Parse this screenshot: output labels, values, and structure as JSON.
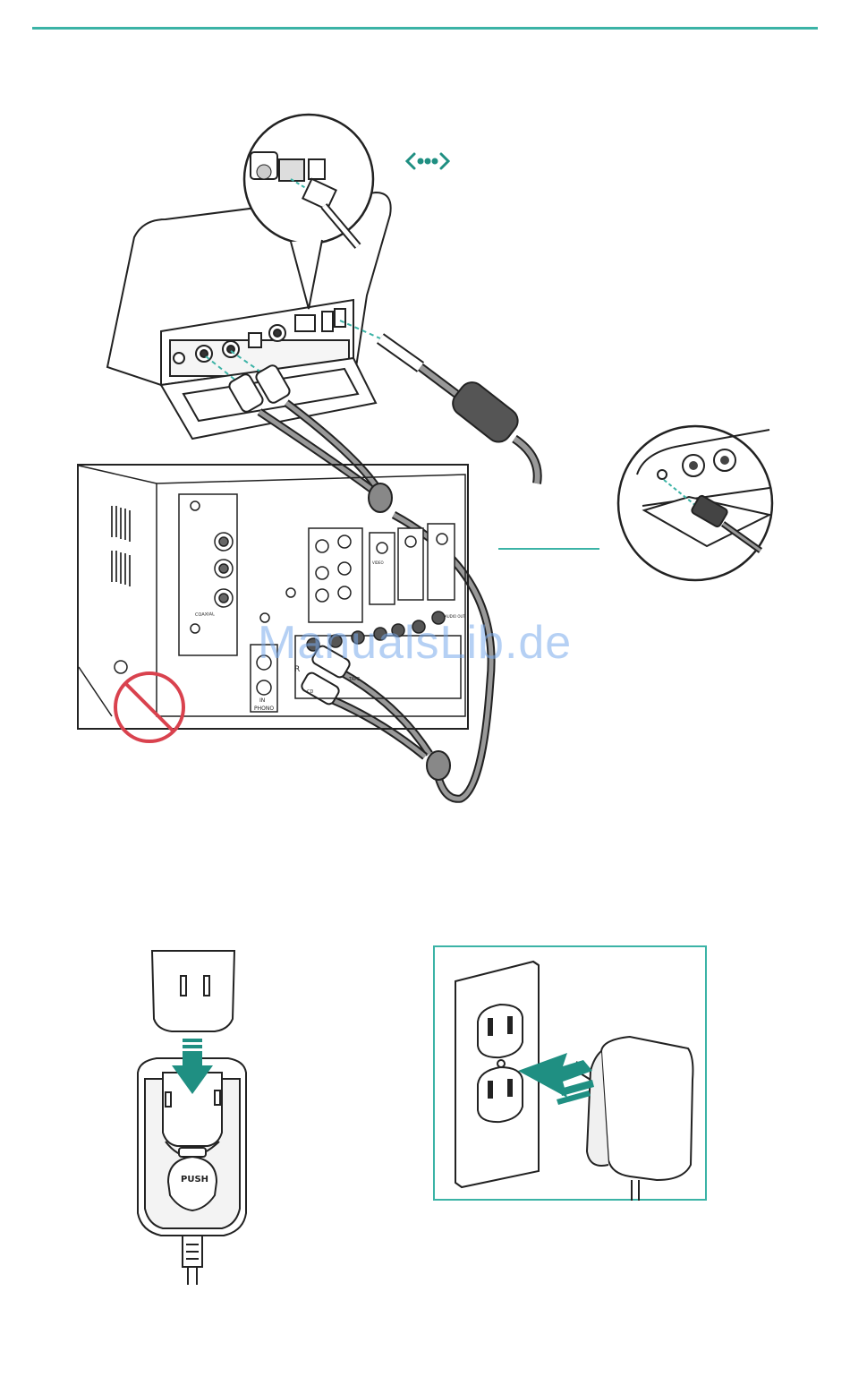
{
  "colors": {
    "accent": "#3bb3a6",
    "teal_dark": "#1f8f82",
    "prohibit": "#d9424e",
    "line": "#222222",
    "cable": "#8c8c8c"
  },
  "icons": {
    "network": "network-arrows-icon",
    "prohibit": "no-symbol-icon"
  },
  "labels": {
    "coaxial": "COAXIAL",
    "phono": "PHONO",
    "in": "IN",
    "push": "PUSH",
    "video": "VIDEO",
    "audio_out": "AUDIO OUT",
    "cd": "CD",
    "tape": "TAPE",
    "r": "R"
  },
  "watermark": "ManualsLib.de"
}
